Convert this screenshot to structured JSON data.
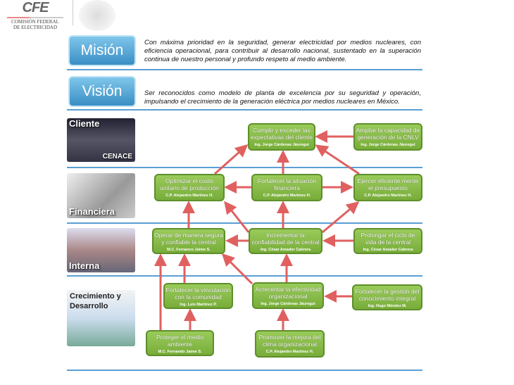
{
  "header": {
    "logo_text": "CFE",
    "org_line1": "COMISIÓN FEDERAL",
    "org_line2": "DE ELECTRICIDAD"
  },
  "mission": {
    "label": "Misión",
    "text": "Con máxima prioridad en la seguridad, generar electricidad por medios nucleares, con eficiencia operacional, para contribuir al desarrollo nacional, sustentado en la superación continua de nuestro personal y profundo respeto al medio ambiente."
  },
  "vision": {
    "label": "Visión",
    "text": "Ser reconocidos como modelo de planta de excelencia por su seguridad y operación, impulsando el crecimiento de la generación eléctrica por medios nucleares en México."
  },
  "perspectives": [
    {
      "label": "Cliente",
      "sub": "CENACE"
    },
    {
      "label": "Financiera"
    },
    {
      "label": "Interna"
    },
    {
      "label": "Crecimiento y Desarrollo"
    }
  ],
  "objectives": [
    {
      "title": "Cumplir y exceder las expectativas del cliente",
      "owner": "Ing. Jorge Cárdenas Jáuregui"
    },
    {
      "title": "Ampliar la capacidad de generación de la CNLV",
      "owner": "Ing. Jorge Cárdenas Jáuregui"
    },
    {
      "title": "Optimizar el costo unitario de producción",
      "owner": "C.P. Alejandro Martínez H."
    },
    {
      "title": "Fortalecer la situación financiera",
      "owner": "C.P. Alejandro Martínez H."
    },
    {
      "title": "Ejercer eficiente mente el presupuesto",
      "owner": "C.P. Alejandro Martínez H."
    },
    {
      "title": "Operar de manera segura y confiable la central",
      "owner": "M.C. Fernanco Jaime S."
    },
    {
      "title": "Incrementar la confiabilidad de la central",
      "owner": "Ing. César Amador Cabrera"
    },
    {
      "title": "Prolongar el ciclo de vida de la central",
      "owner": "Ing. César Amador Cabrera"
    },
    {
      "title": "Fortalecer la vinculación con la comunidad",
      "owner": "Ing. Luis Martínez P."
    },
    {
      "title": "Acrecentar la efectividad organizacional",
      "owner": "Ing. Jorge Cárdenas Jáuregui"
    },
    {
      "title": "Fortalecer la gestión del conocimiento integral",
      "owner": "Ing. Hugo Méndez M."
    },
    {
      "title": "Proteger el medio ambiente",
      "owner": "M.C. Fernando Jaime S."
    },
    {
      "title": "Promover la mejora del clima organizacional",
      "owner": "C.P. Alejandro Martínez H."
    }
  ],
  "colors": {
    "box": "#8cbf4c",
    "arrow": "#e06060",
    "line": "#5a9fd4"
  }
}
